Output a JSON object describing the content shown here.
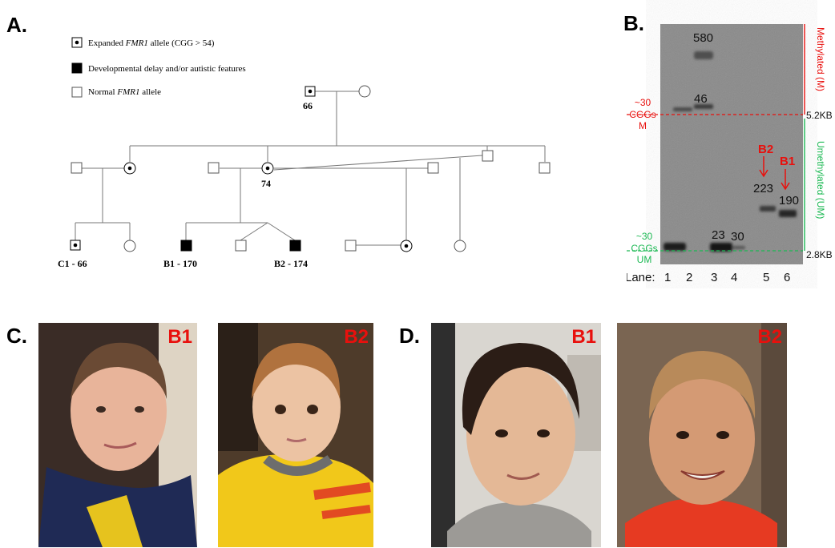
{
  "panels": {
    "a": "A.",
    "b": "B.",
    "c": "C.",
    "d": "D."
  },
  "legend": {
    "expanded_prefix": "Expanded ",
    "expanded_gene": "FMR1",
    "expanded_suffix": " allele (CGG > 54)",
    "affected": "Developmental delay and/or autistic features",
    "normal_prefix": "Normal ",
    "normal_gene": "FMR1",
    "normal_suffix": " allele"
  },
  "pedigree_labels": {
    "grandfather": "66",
    "mother": "74",
    "c1": "C1 - 66",
    "b1": "B1 - 170",
    "b2": "B2 - 174"
  },
  "gel": {
    "band_labels": {
      "b580": "580",
      "b46": "46",
      "b223": "223",
      "b190": "190",
      "b23": "23",
      "b30": "30"
    },
    "marker_m_1": "~30",
    "marker_m_2": "CGGs",
    "marker_m_3": "M",
    "marker_um_1": "~30",
    "marker_um_2": "CGGs",
    "marker_um_3": "UM",
    "size_top": "5.2KB",
    "size_bottom": "2.8KB",
    "methylated_label": "Methylated (M)",
    "unmethylated_label": "Umethylated (UM)",
    "arrow_b2": "B2",
    "arrow_b1": "B1",
    "lane_prefix": "Lane:",
    "lanes": [
      "1",
      "2",
      "3",
      "4",
      "5",
      "6"
    ]
  },
  "photos": {
    "c_b1": "B1",
    "c_b2": "B2",
    "d_b1": "B1",
    "d_b2": "B2"
  },
  "colors": {
    "red": "#e8100d",
    "green": "#1db954",
    "gel_bg": "#8a8a8a"
  }
}
